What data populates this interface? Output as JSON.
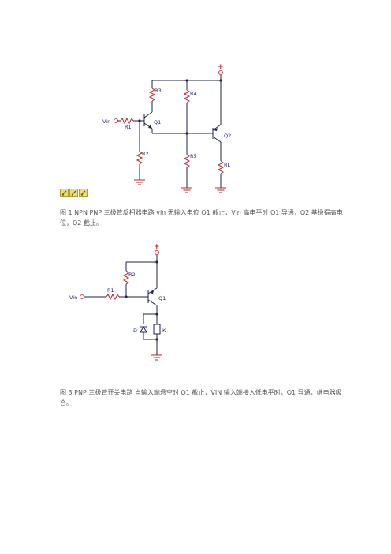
{
  "figure1": {
    "labels": {
      "plus": "+",
      "vin": "Vin",
      "r1": "R1",
      "r2": "R2",
      "r3": "R3",
      "r4": "R4",
      "r5": "R5",
      "rl": "RL",
      "q1": "Q1",
      "q2": "Q2"
    },
    "caption": "图 1 NPN PNP 三极管反相器电路  vin 无输入电位 Q1 截止，Vin 高电平时 Q1 导通，Q2 基极得高电位，Q2 截止。"
  },
  "toolbar": {
    "icons": [
      "pen-icon",
      "pen-icon",
      "pen-icon"
    ]
  },
  "figure2": {
    "labels": {
      "plus": "+",
      "vin": "Vin",
      "r1": "R1",
      "r2": "R2",
      "q1": "Q1",
      "d": "D",
      "k": "K"
    },
    "caption": "图 3 PNP 三极管开关电路  当输入端悬空时 Q1 截止，VIN 输入端接入低电平时，Q1 导通，继电器吸合。"
  }
}
